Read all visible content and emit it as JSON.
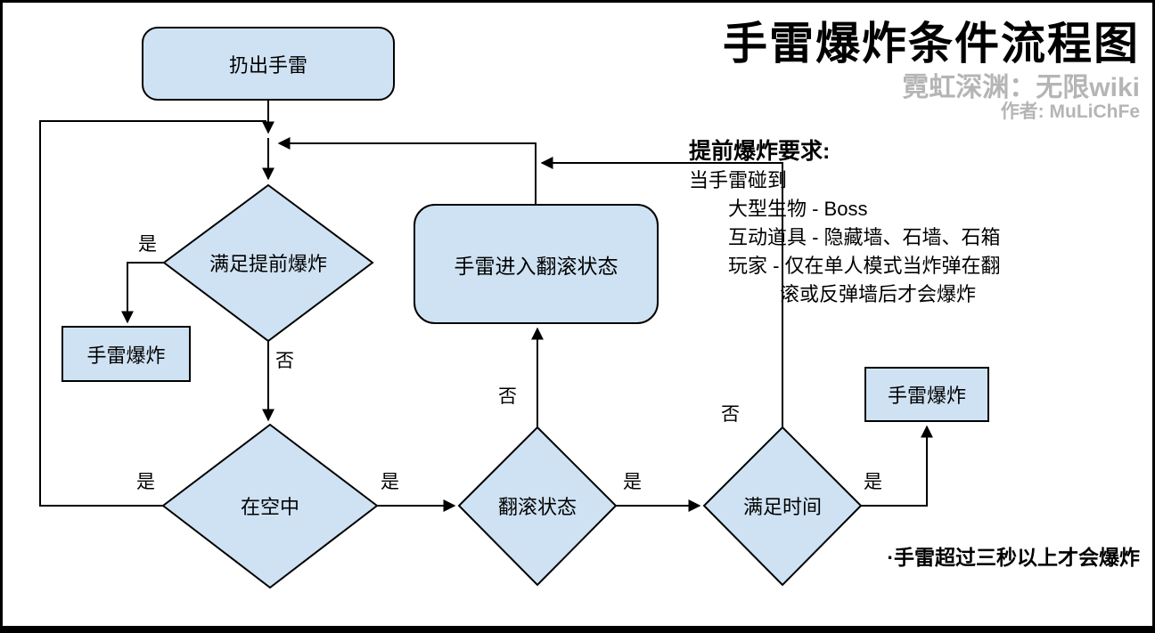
{
  "title": "手雷爆炸条件流程图",
  "subtitle": "霓虹深渊：无限wiki",
  "author": "作者: MuLiChFe",
  "colors": {
    "node_fill": "#cfe2f3",
    "node_border": "#000000",
    "line": "#000000",
    "muted_gray": "#b5b5b5"
  },
  "nodes": {
    "throw": "扔出手雷",
    "early_check": "满足提前爆炸",
    "explode_left": "手雷爆炸",
    "in_air": "在空中",
    "enter_roll": "手雷进入翻滚状态",
    "roll_state": "翻滚状态",
    "time_check": "满足时间",
    "explode_right": "手雷爆炸"
  },
  "edge_labels": {
    "early_yes": "是",
    "early_no": "否",
    "air_yes_left": "是",
    "air_yes_right": "是",
    "roll_no": "否",
    "roll_yes": "是",
    "time_no": "否",
    "time_yes": "是"
  },
  "notes": {
    "requirements_title": "提前爆炸要求:",
    "requirements_intro": "当手雷碰到",
    "req_line1": "大型生物 - Boss",
    "req_line2": "互动道具 - 隐藏墙、石墙、石箱",
    "req_line3": "玩家 - 仅在单人模式当炸弹在翻",
    "req_line4": "滚或反弹墙后才会爆炸",
    "timer_note": "·手雷超过三秒以上才会爆炸"
  }
}
